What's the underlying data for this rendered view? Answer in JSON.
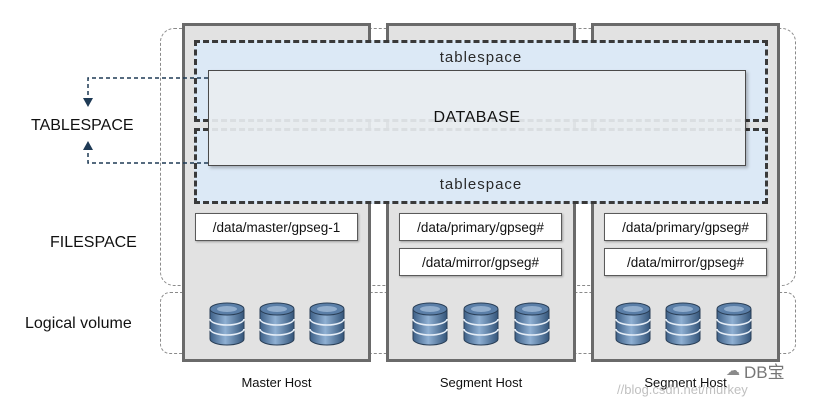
{
  "left_labels": {
    "tablespace": "TABLESPACE",
    "filespace": "FILESPACE",
    "logical_volume": "Logical volume"
  },
  "tablespace_top_label": "tablespace",
  "tablespace_bottom_label": "tablespace",
  "database_label": "DATABASE",
  "hosts": [
    {
      "name": "Master Host",
      "paths": [
        "/data/master/gpseg-1"
      ]
    },
    {
      "name": "Segment Host",
      "paths": [
        "/data/primary/gpseg#",
        "/data/mirror/gpseg#"
      ]
    },
    {
      "name": "Segment Host",
      "paths": [
        "/data/primary/gpseg#",
        "/data/mirror/gpseg#"
      ]
    }
  ],
  "watermark": {
    "brand": "DB宝",
    "url_fragment": "//blog.csdn.net/murkey"
  },
  "colors": {
    "host_fill": "#e2e2e2",
    "tablespace_fill": "#dce9f6",
    "cylinder_fill": "#5b7fa8",
    "arrow": "#1e3a55"
  }
}
